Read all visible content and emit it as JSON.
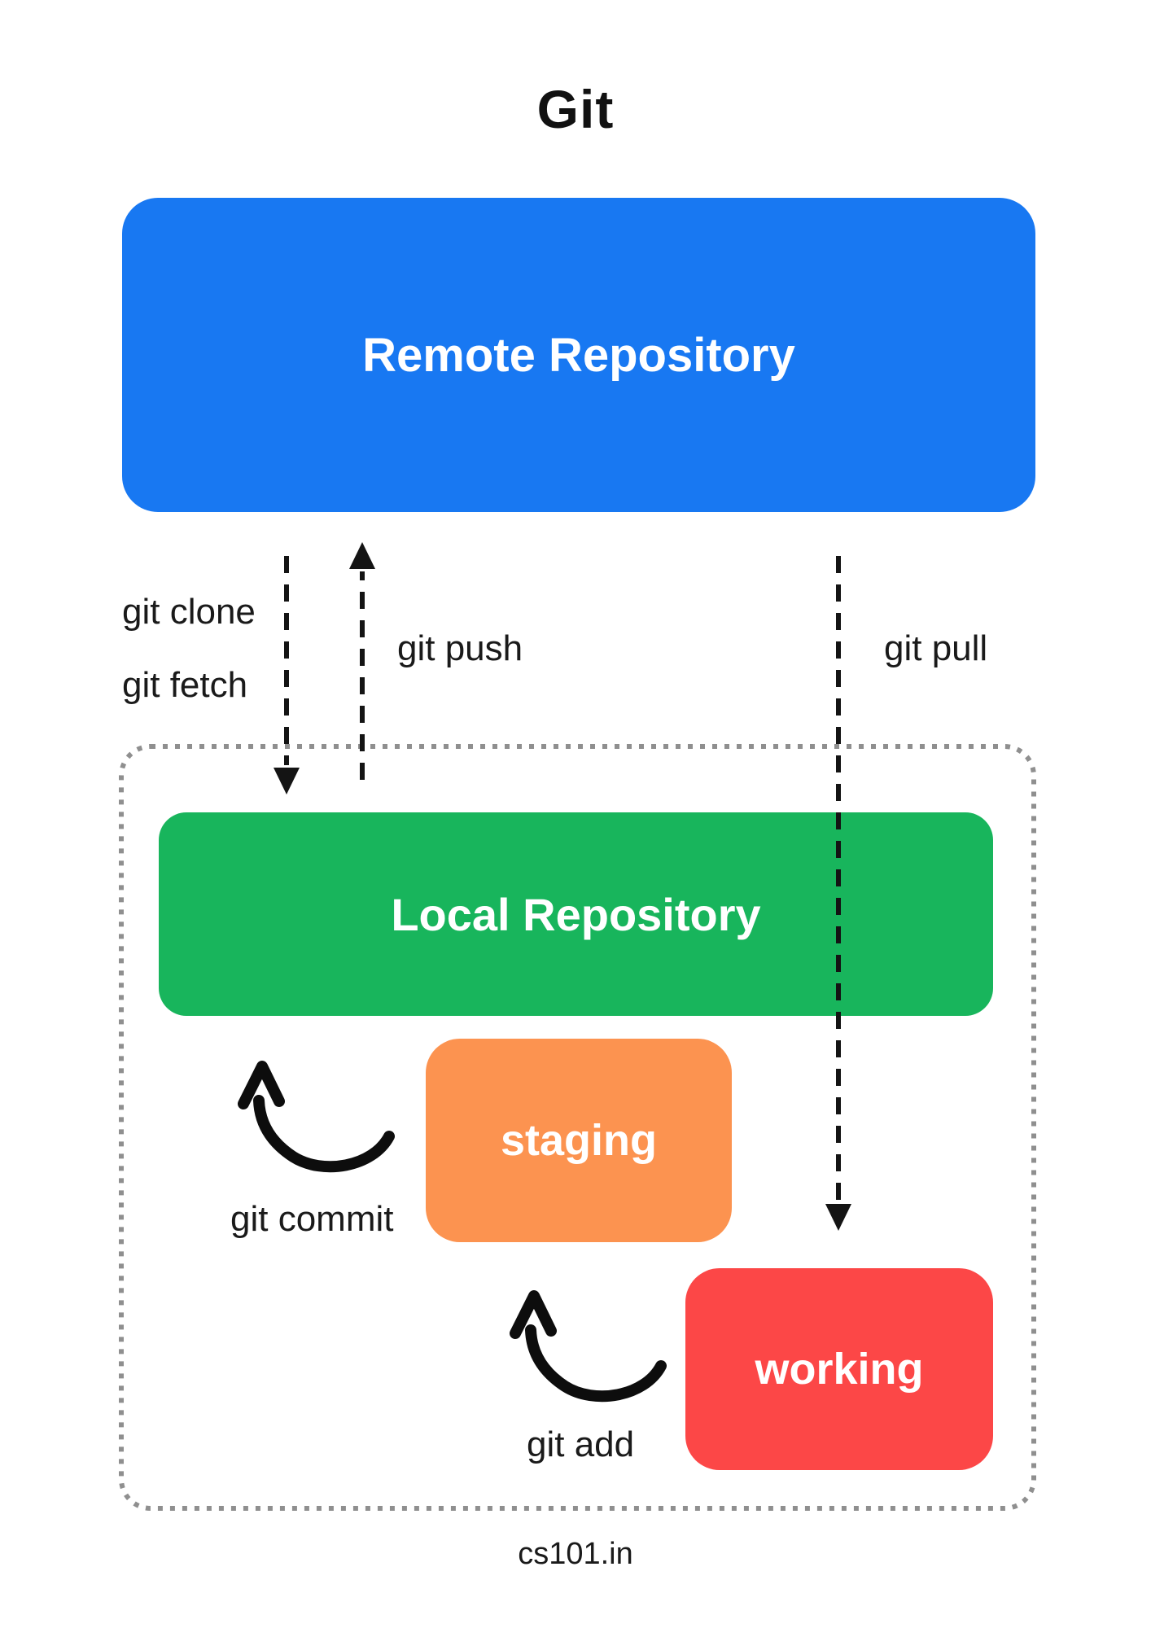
{
  "title": "Git",
  "footer": "cs101.in",
  "boxes": {
    "remote": {
      "label": "Remote Repository",
      "color": "#1878f2"
    },
    "local": {
      "label": "Local Repository",
      "color": "#18b55c"
    },
    "staging": {
      "label": "staging",
      "color": "#fc9350"
    },
    "working": {
      "label": "working",
      "color": "#fc4747"
    }
  },
  "arrows": {
    "clone": {
      "label": "git clone",
      "direction": "down",
      "from": "Remote Repository",
      "to": "Local Repository"
    },
    "fetch": {
      "label": "git fetch",
      "direction": "down",
      "from": "Remote Repository",
      "to": "Local Repository"
    },
    "push": {
      "label": "git push",
      "direction": "up",
      "from": "Local Repository",
      "to": "Remote Repository"
    },
    "pull": {
      "label": "git pull",
      "direction": "down",
      "from": "Remote Repository",
      "to": "working"
    },
    "commit": {
      "label": "git commit",
      "direction": "curved-up",
      "from": "staging",
      "to": "Local Repository"
    },
    "add": {
      "label": "git add",
      "direction": "curved-up",
      "from": "working",
      "to": "staging"
    }
  },
  "palette": {
    "remote_blue": "#1878f2",
    "local_green": "#18b55c",
    "staging_orange": "#fc9350",
    "working_red": "#fc4747",
    "arrow_black": "#141414",
    "dotted_border_gray": "#8f8f8f",
    "text_black": "#1a1a1a",
    "background": "#ffffff"
  }
}
